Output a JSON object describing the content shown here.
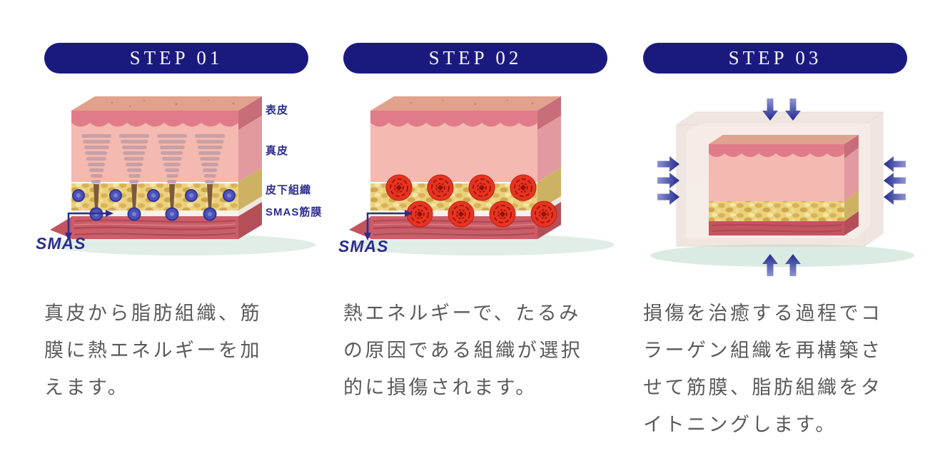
{
  "page": {
    "background": "#ffffff"
  },
  "colors": {
    "step_pill_bg": "#1a1a7e",
    "step_pill_text": "#f6f6ff",
    "diagram_label": "#2d2d8f",
    "body_text": "#5a5a5a"
  },
  "steps": [
    {
      "label": "STEP 01",
      "description_lines": [
        "真皮から脂肪組織、筋",
        "膜に熱エネルギーを加",
        "えます。"
      ],
      "illustration": {
        "name": "skin-layers-with-ultrasound-cones",
        "layer_labels": [
          "表皮",
          "真皮",
          "皮下組織",
          "SMAS筋膜"
        ],
        "smas_label": "SMAS"
      }
    },
    {
      "label": "STEP 02",
      "description_lines": [
        "熱エネルギーで、たるみ",
        "の原因である組織が選択",
        "的に損傷されます。"
      ],
      "illustration": {
        "name": "skin-layers-thermal-damage-spots",
        "smas_label": "SMAS"
      }
    },
    {
      "label": "STEP 03",
      "description_lines": [
        "損傷を治癒する過程でコ",
        "ラーゲン組織を再構築さ",
        "せて筋膜、脂肪組織をタ",
        "イトニングします。"
      ],
      "illustration": {
        "name": "skin-block-tightening-arrows"
      }
    }
  ]
}
